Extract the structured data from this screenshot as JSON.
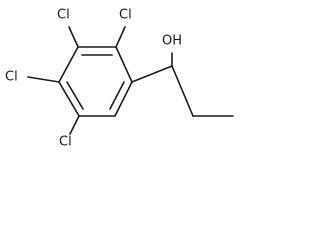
{
  "molecule": {
    "atom_labels": {
      "cl_top_left": "Cl",
      "cl_top_right": "Cl",
      "cl_left": "Cl",
      "cl_bottom": "Cl",
      "hydroxyl": "OH"
    }
  }
}
